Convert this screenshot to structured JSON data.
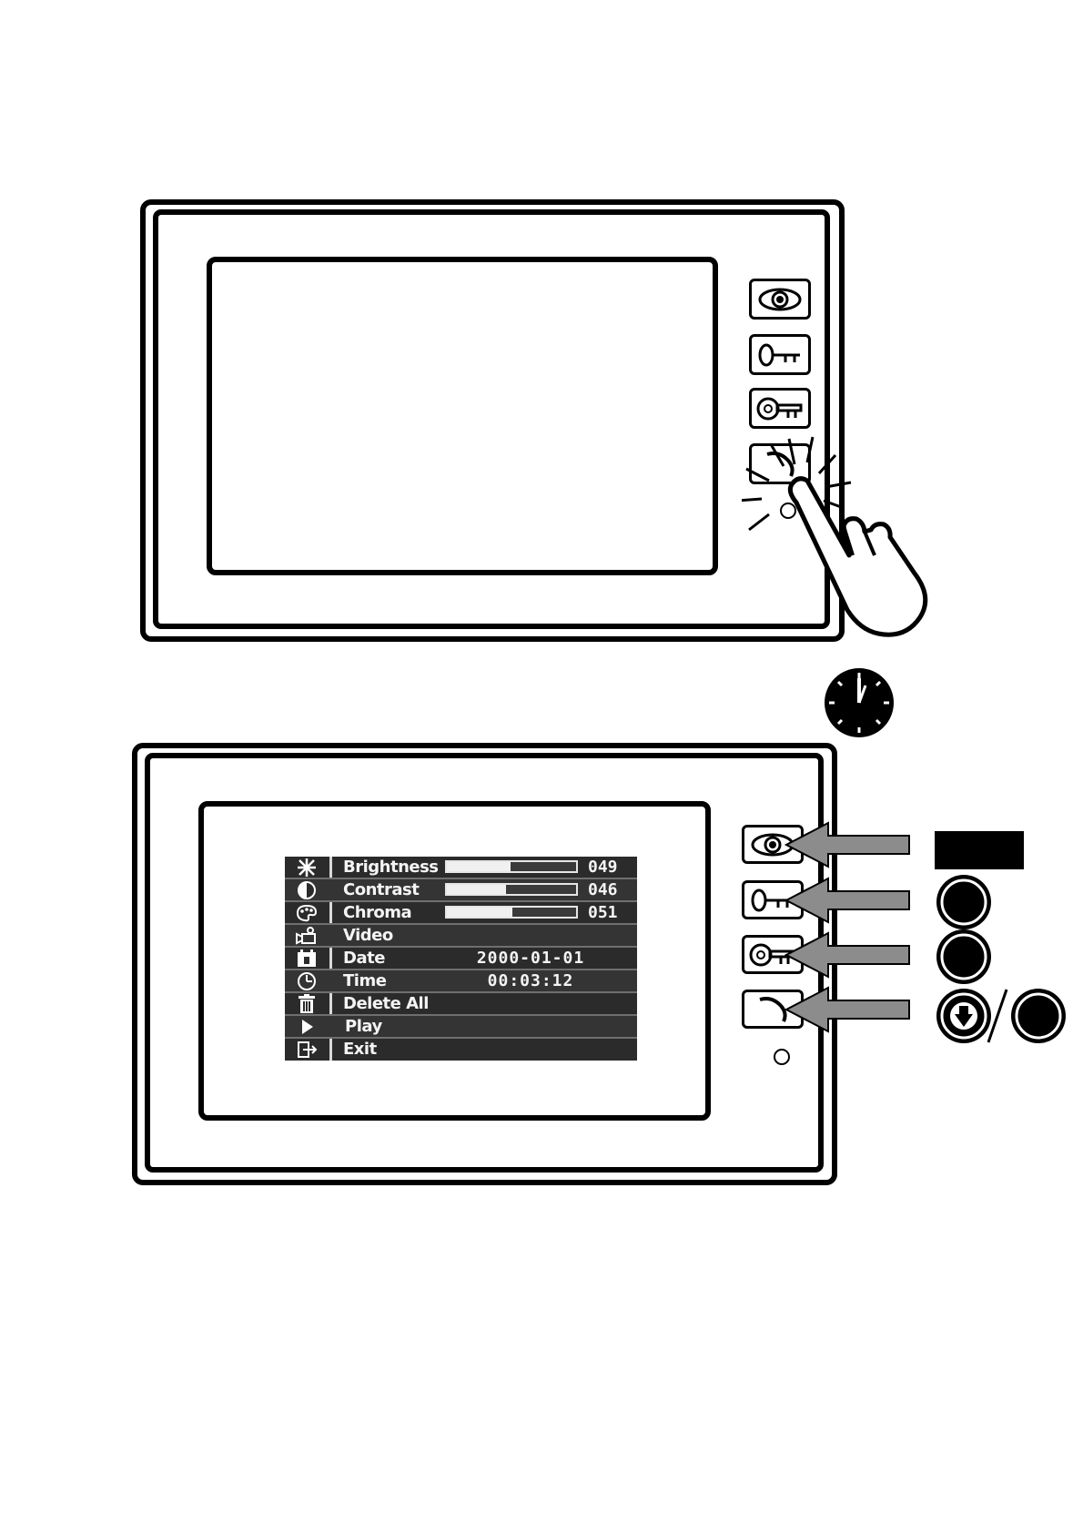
{
  "osd_menu": {
    "items": [
      {
        "icon": "brightness-icon",
        "label": "Brightness",
        "value": "049",
        "level": 0.49
      },
      {
        "icon": "contrast-icon",
        "label": "Contrast",
        "value": "046",
        "level": 0.46
      },
      {
        "icon": "chroma-icon",
        "label": "Chroma",
        "value": "051",
        "level": 0.51
      },
      {
        "icon": "video-camera-icon",
        "label": "Video"
      },
      {
        "icon": "calendar-icon",
        "label": "Date",
        "value": "2000-01-01"
      },
      {
        "icon": "clock-icon",
        "label": "Time",
        "value": "00:03:12"
      },
      {
        "icon": "trash-icon",
        "label": "Delete All"
      },
      {
        "icon": "play-icon",
        "label": "Play"
      },
      {
        "icon": "exit-icon",
        "label": "Exit"
      }
    ]
  },
  "monitor_buttons": [
    "eye-icon",
    "key-icon",
    "door-key-icon",
    "handset-icon"
  ],
  "colors": {
    "ink": "#000000",
    "menu_bg": "#2b2b2b",
    "arrow_grey": "#8c8c8c"
  }
}
